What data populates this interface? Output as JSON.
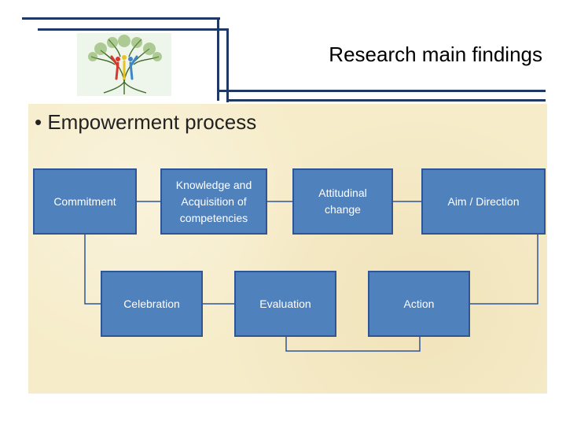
{
  "header": {
    "title": "Research main findings"
  },
  "content": {
    "bullet": "• Empowerment process"
  },
  "diagram": {
    "nodes": {
      "commitment": "Commitment",
      "knowledge": "Knowledge and\nAcquisition of\ncompetencies",
      "attitudinal": "Attitudinal\nchange",
      "aim": "Aim / Direction",
      "celebration": "Celebration",
      "evaluation": "Evaluation",
      "action": "Action"
    }
  },
  "colors": {
    "node_fill": "#4f81bd",
    "node_border": "#2f5597",
    "panel": "#f6ecc9",
    "header_lines": "#1f3864"
  }
}
